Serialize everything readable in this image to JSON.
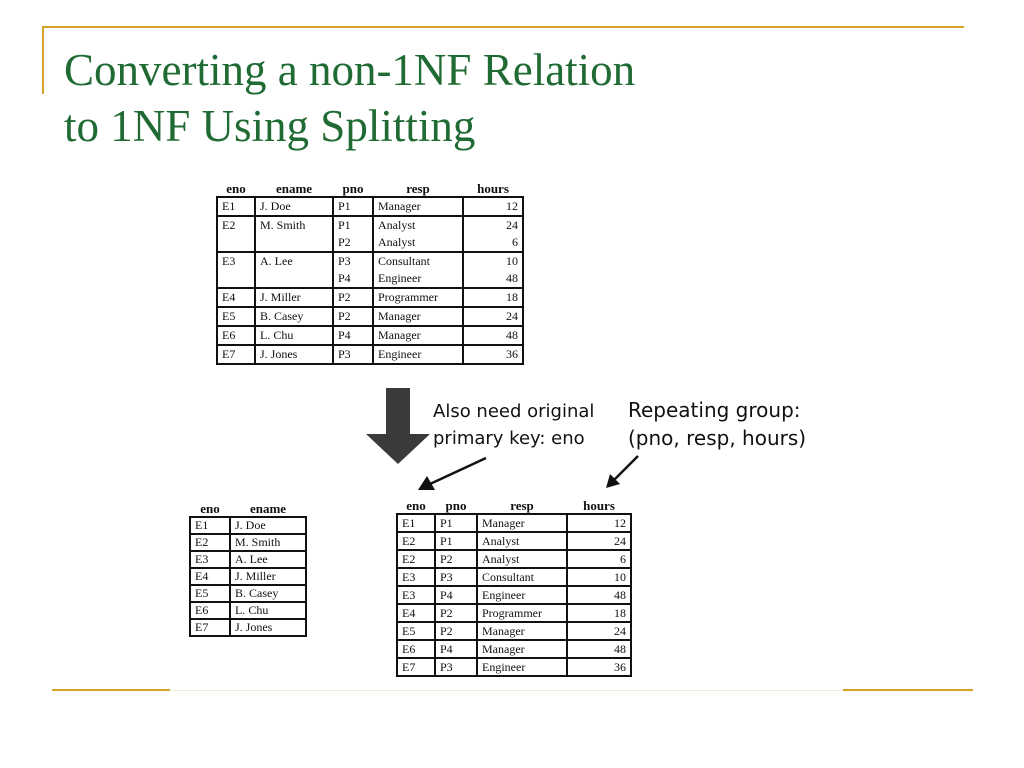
{
  "title": {
    "line1": "Converting a non-1NF Relation",
    "line2": "to 1NF Using Splitting"
  },
  "colors": {
    "accent": "#d8a227",
    "title": "#1f6b33",
    "ink": "#111111"
  },
  "original_table": {
    "columns": [
      "eno",
      "ename",
      "pno",
      "resp",
      "hours"
    ],
    "rows": [
      {
        "cells": [
          "E1",
          "J. Doe",
          "P1",
          "Manager",
          "12"
        ]
      },
      {
        "cells": [
          "E2",
          "M. Smith",
          "P1",
          "Analyst",
          "24"
        ]
      },
      {
        "cells": [
          "",
          "",
          "P2",
          "Analyst",
          "6"
        ],
        "continuation": true
      },
      {
        "cells": [
          "E3",
          "A. Lee",
          "P3",
          "Consultant",
          "10"
        ]
      },
      {
        "cells": [
          "",
          "",
          "P4",
          "Engineer",
          "48"
        ],
        "continuation": true
      },
      {
        "cells": [
          "E4",
          "J. Miller",
          "P2",
          "Programmer",
          "18"
        ]
      },
      {
        "cells": [
          "E5",
          "B. Casey",
          "P2",
          "Manager",
          "24"
        ]
      },
      {
        "cells": [
          "E6",
          "L. Chu",
          "P4",
          "Manager",
          "48"
        ]
      },
      {
        "cells": [
          "E7",
          "J. Jones",
          "P3",
          "Engineer",
          "36"
        ]
      }
    ]
  },
  "annotations": {
    "key_note": [
      "Also need original",
      "primary key: eno"
    ],
    "group_note": [
      "Repeating group:",
      "(pno, resp, hours)"
    ],
    "arrow_icon": "down-arrow-icon"
  },
  "emp_table": {
    "columns": [
      "eno",
      "ename"
    ],
    "rows": [
      [
        "E1",
        "J. Doe"
      ],
      [
        "E2",
        "M. Smith"
      ],
      [
        "E3",
        "A. Lee"
      ],
      [
        "E4",
        "J. Miller"
      ],
      [
        "E5",
        "B. Casey"
      ],
      [
        "E6",
        "L. Chu"
      ],
      [
        "E7",
        "J. Jones"
      ]
    ]
  },
  "work_table": {
    "columns": [
      "eno",
      "pno",
      "resp",
      "hours"
    ],
    "rows": [
      [
        "E1",
        "P1",
        "Manager",
        "12"
      ],
      [
        "E2",
        "P1",
        "Analyst",
        "24"
      ],
      [
        "E2",
        "P2",
        "Analyst",
        "6"
      ],
      [
        "E3",
        "P3",
        "Consultant",
        "10"
      ],
      [
        "E3",
        "P4",
        "Engineer",
        "48"
      ],
      [
        "E4",
        "P2",
        "Programmer",
        "18"
      ],
      [
        "E5",
        "P2",
        "Manager",
        "24"
      ],
      [
        "E6",
        "P4",
        "Manager",
        "48"
      ],
      [
        "E7",
        "P3",
        "Engineer",
        "36"
      ]
    ]
  }
}
